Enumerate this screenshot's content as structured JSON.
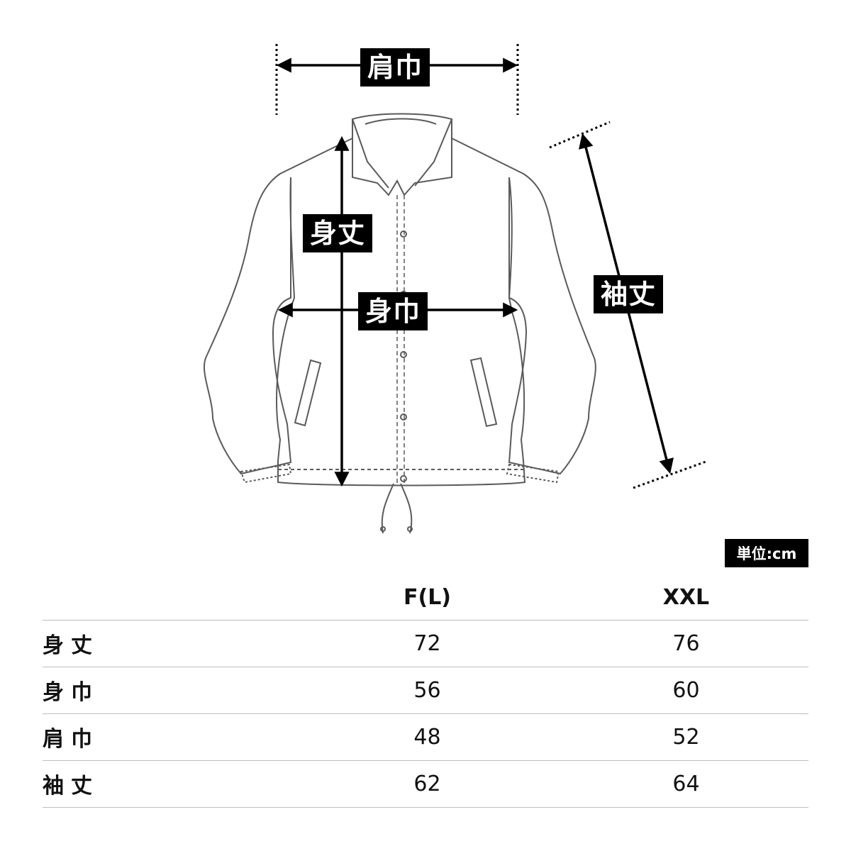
{
  "labels": {
    "shoulder": "肩巾",
    "body_length": "身丈",
    "body_width": "身巾",
    "sleeve": "袖丈"
  },
  "unit": "単位:cm",
  "table": {
    "headers": [
      "",
      "F(L)",
      "XXL"
    ],
    "rows": [
      {
        "label": "身丈",
        "values": [
          "72",
          "76"
        ]
      },
      {
        "label": "身巾",
        "values": [
          "56",
          "60"
        ]
      },
      {
        "label": "肩巾",
        "values": [
          "48",
          "52"
        ]
      },
      {
        "label": "袖丈",
        "values": [
          "62",
          "64"
        ]
      }
    ]
  },
  "colors": {
    "outline": "#5a5a5a",
    "arrow": "#000000",
    "label_bg": "#000000",
    "label_text": "#ffffff"
  }
}
